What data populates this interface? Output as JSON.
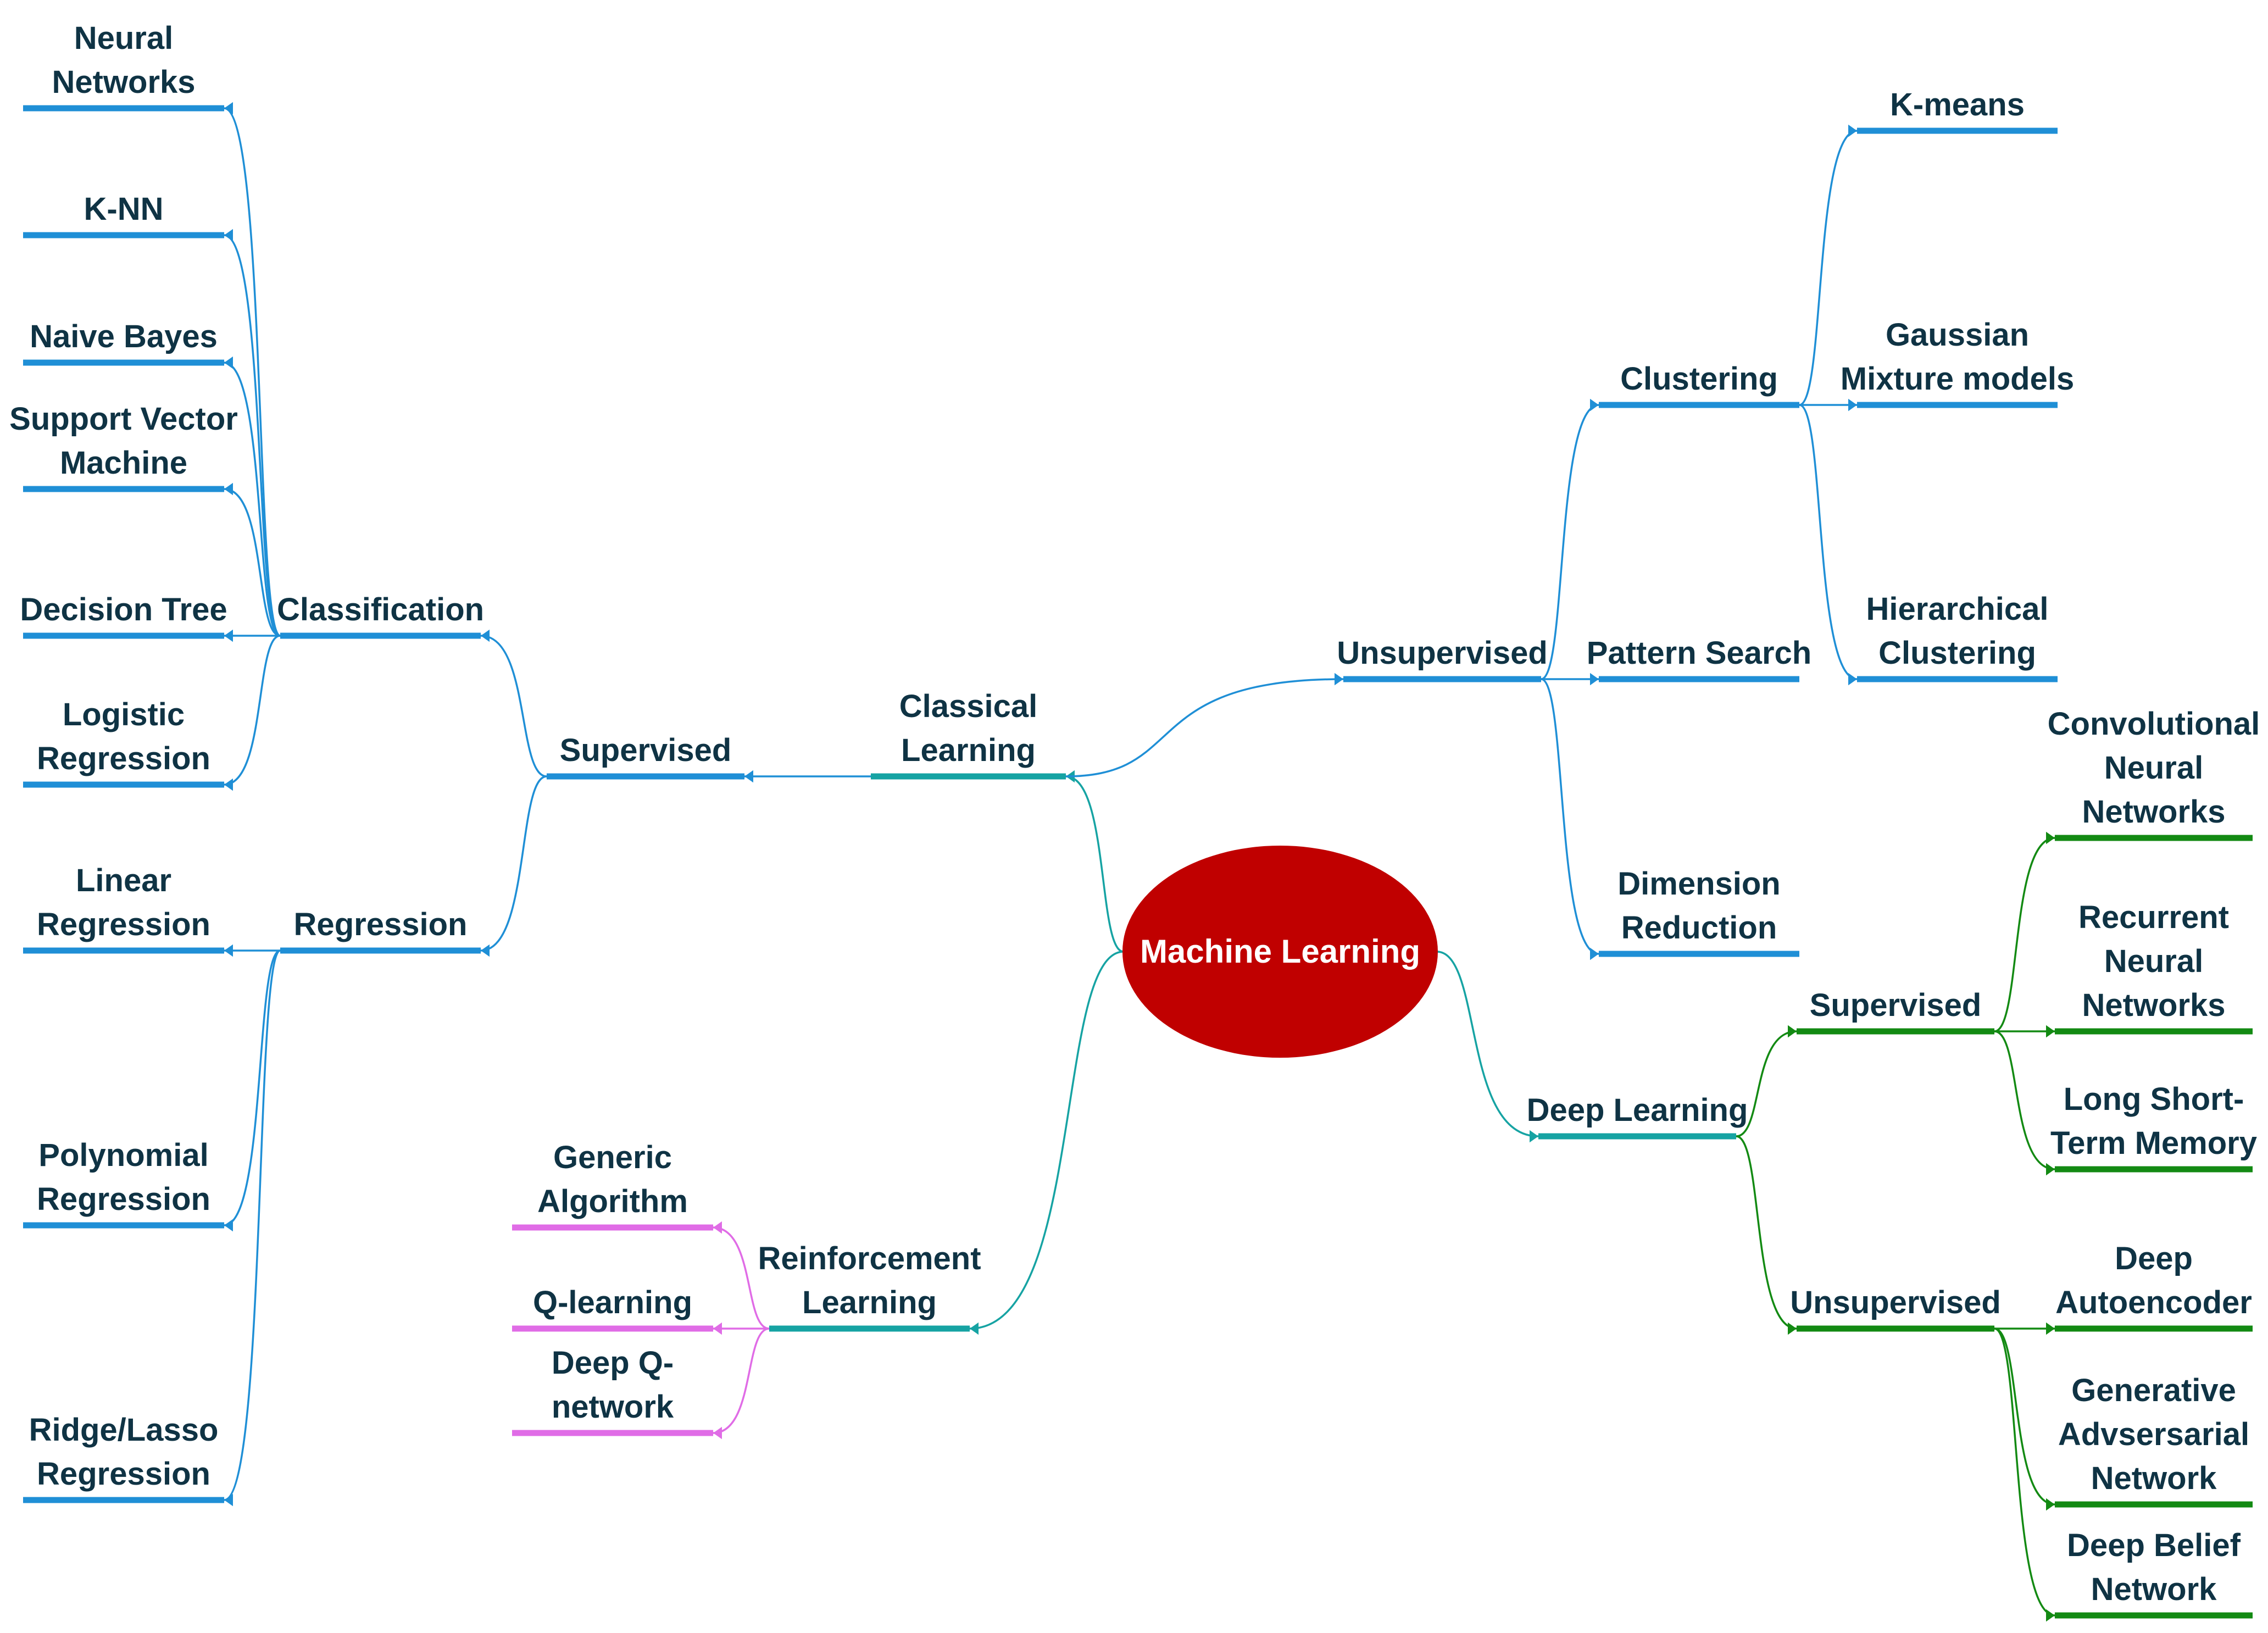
{
  "root": {
    "label": "Machine Learning",
    "color": "#c00000"
  },
  "colors": {
    "blue": "#1f8fd6",
    "teal": "#16a3a3",
    "green": "#138a13",
    "pink": "#e06ce6"
  },
  "nodes": {
    "classical": "Classical\nLearning",
    "supervised": "Supervised",
    "classification": "Classification",
    "regression": "Regression",
    "neural_networks": "Neural\nNetworks",
    "knn": "K-NN",
    "naive_bayes": "Naive Bayes",
    "svm": "Support Vector\nMachine",
    "decision_tree": "Decision Tree",
    "logistic": "Logistic\nRegression",
    "linear": "Linear\nRegression",
    "polynomial": "Polynomial\nRegression",
    "ridge": "Ridge/Lasso\nRegression",
    "unsupervised": "Unsupervised",
    "clustering": "Clustering",
    "pattern_search": "Pattern Search",
    "dimension_reduction": "Dimension\nReduction",
    "kmeans": "K-means",
    "gmm": "Gaussian\nMixture models",
    "hierarchical": "Hierarchical\nClustering",
    "reinforcement": "Reinforcement\nLearning",
    "generic_algorithm": "Generic\nAlgorithm",
    "q_learning": "Q-learning",
    "deep_q": "Deep Q-\nnetwork",
    "deep_learning": "Deep Learning",
    "dl_supervised": "Supervised",
    "dl_unsupervised": "Unsupervised",
    "cnn": "Convolutional\nNeural\nNetworks",
    "rnn": "Recurrent\nNeural\nNetworks",
    "lstm": "Long Short-\nTerm Memory",
    "autoencoder": "Deep\nAutoencoder",
    "gan": "Generative\nAdvsersarial\nNetwork",
    "dbn": "Deep Belief\nNetwork"
  }
}
